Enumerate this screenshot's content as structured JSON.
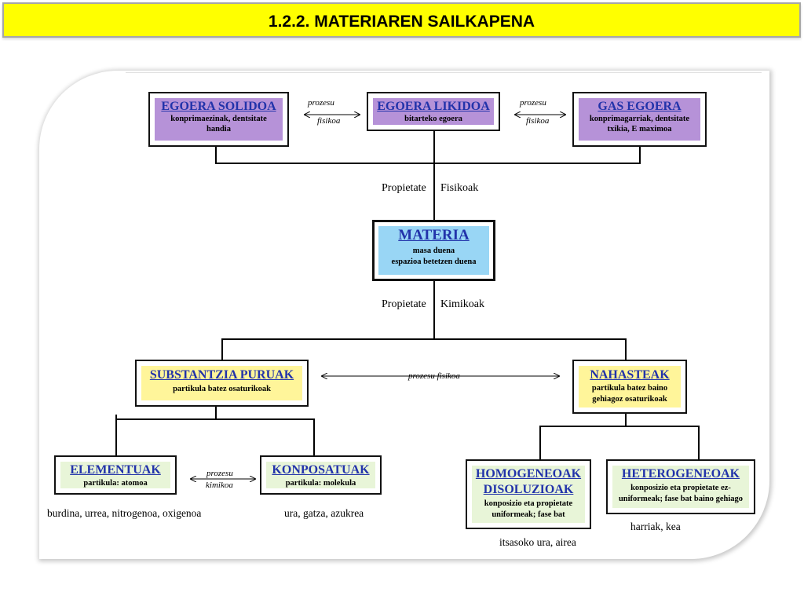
{
  "title": "1.2.2. MATERIAREN SAILKAPENA",
  "colors": {
    "title_bg": "#ffff00",
    "state_box": "#b692d8",
    "materia_box": "#99d6f5",
    "substance_box": "#fff59a",
    "leaf_box": "#e8f5d8",
    "box_title": "#2233aa"
  },
  "states": {
    "solid": {
      "title": "EGOERA SOLIDOA",
      "desc": "konprimaezinak, dentsitate handia"
    },
    "liquid": {
      "title": "EGOERA LIKIDOA",
      "desc": "bitarteko egoera"
    },
    "gas": {
      "title": "GAS EGOERA",
      "desc": "konprimagarriak, dentsitate txikia, E maximoa"
    }
  },
  "process_physical_1": [
    "prozesu",
    "fisikoa"
  ],
  "process_physical_2": [
    "prozesu",
    "fisikoa"
  ],
  "physical_props": [
    "Propietate",
    "Fisikoak"
  ],
  "materia": {
    "title": "MATERIA",
    "line1": "masa duena",
    "line2": "espazioa betetzen duena"
  },
  "chemical_props": [
    "Propietate",
    "Kimikoak"
  ],
  "pure": {
    "title": "SUBSTANTZIA PURUAK",
    "desc": "partikula batez osaturikoak"
  },
  "mixtures": {
    "title": "NAHASTEAK",
    "line1": "partikula batez baino",
    "line2": "gehiagoz osaturikoak"
  },
  "process_physical_3": "prozesu fisikoa",
  "elements": {
    "title": "ELEMENTUAK",
    "desc": "partikula: atomoa",
    "examples": "burdina, urrea, nitrogenoa, oxigenoa"
  },
  "process_chemical": [
    "prozesu",
    "kimikoa"
  ],
  "compounds": {
    "title": "KONPOSATUAK",
    "desc": "partikula: molekula",
    "examples": "ura, gatza, azukrea"
  },
  "homogeneous": {
    "title1": "HOMOGENEOAK",
    "title2": "DISOLUZIOAK",
    "line1": "konposizio eta propietate",
    "line2": "uniformeak; fase bat",
    "examples": "itsasoko ura, airea"
  },
  "heterogeneous": {
    "title": "HETEROGENEOAK",
    "line1": "konposizio eta propietate ez-",
    "line2": "uniformeak; fase bat baino gehiago",
    "examples": "harriak, kea"
  }
}
